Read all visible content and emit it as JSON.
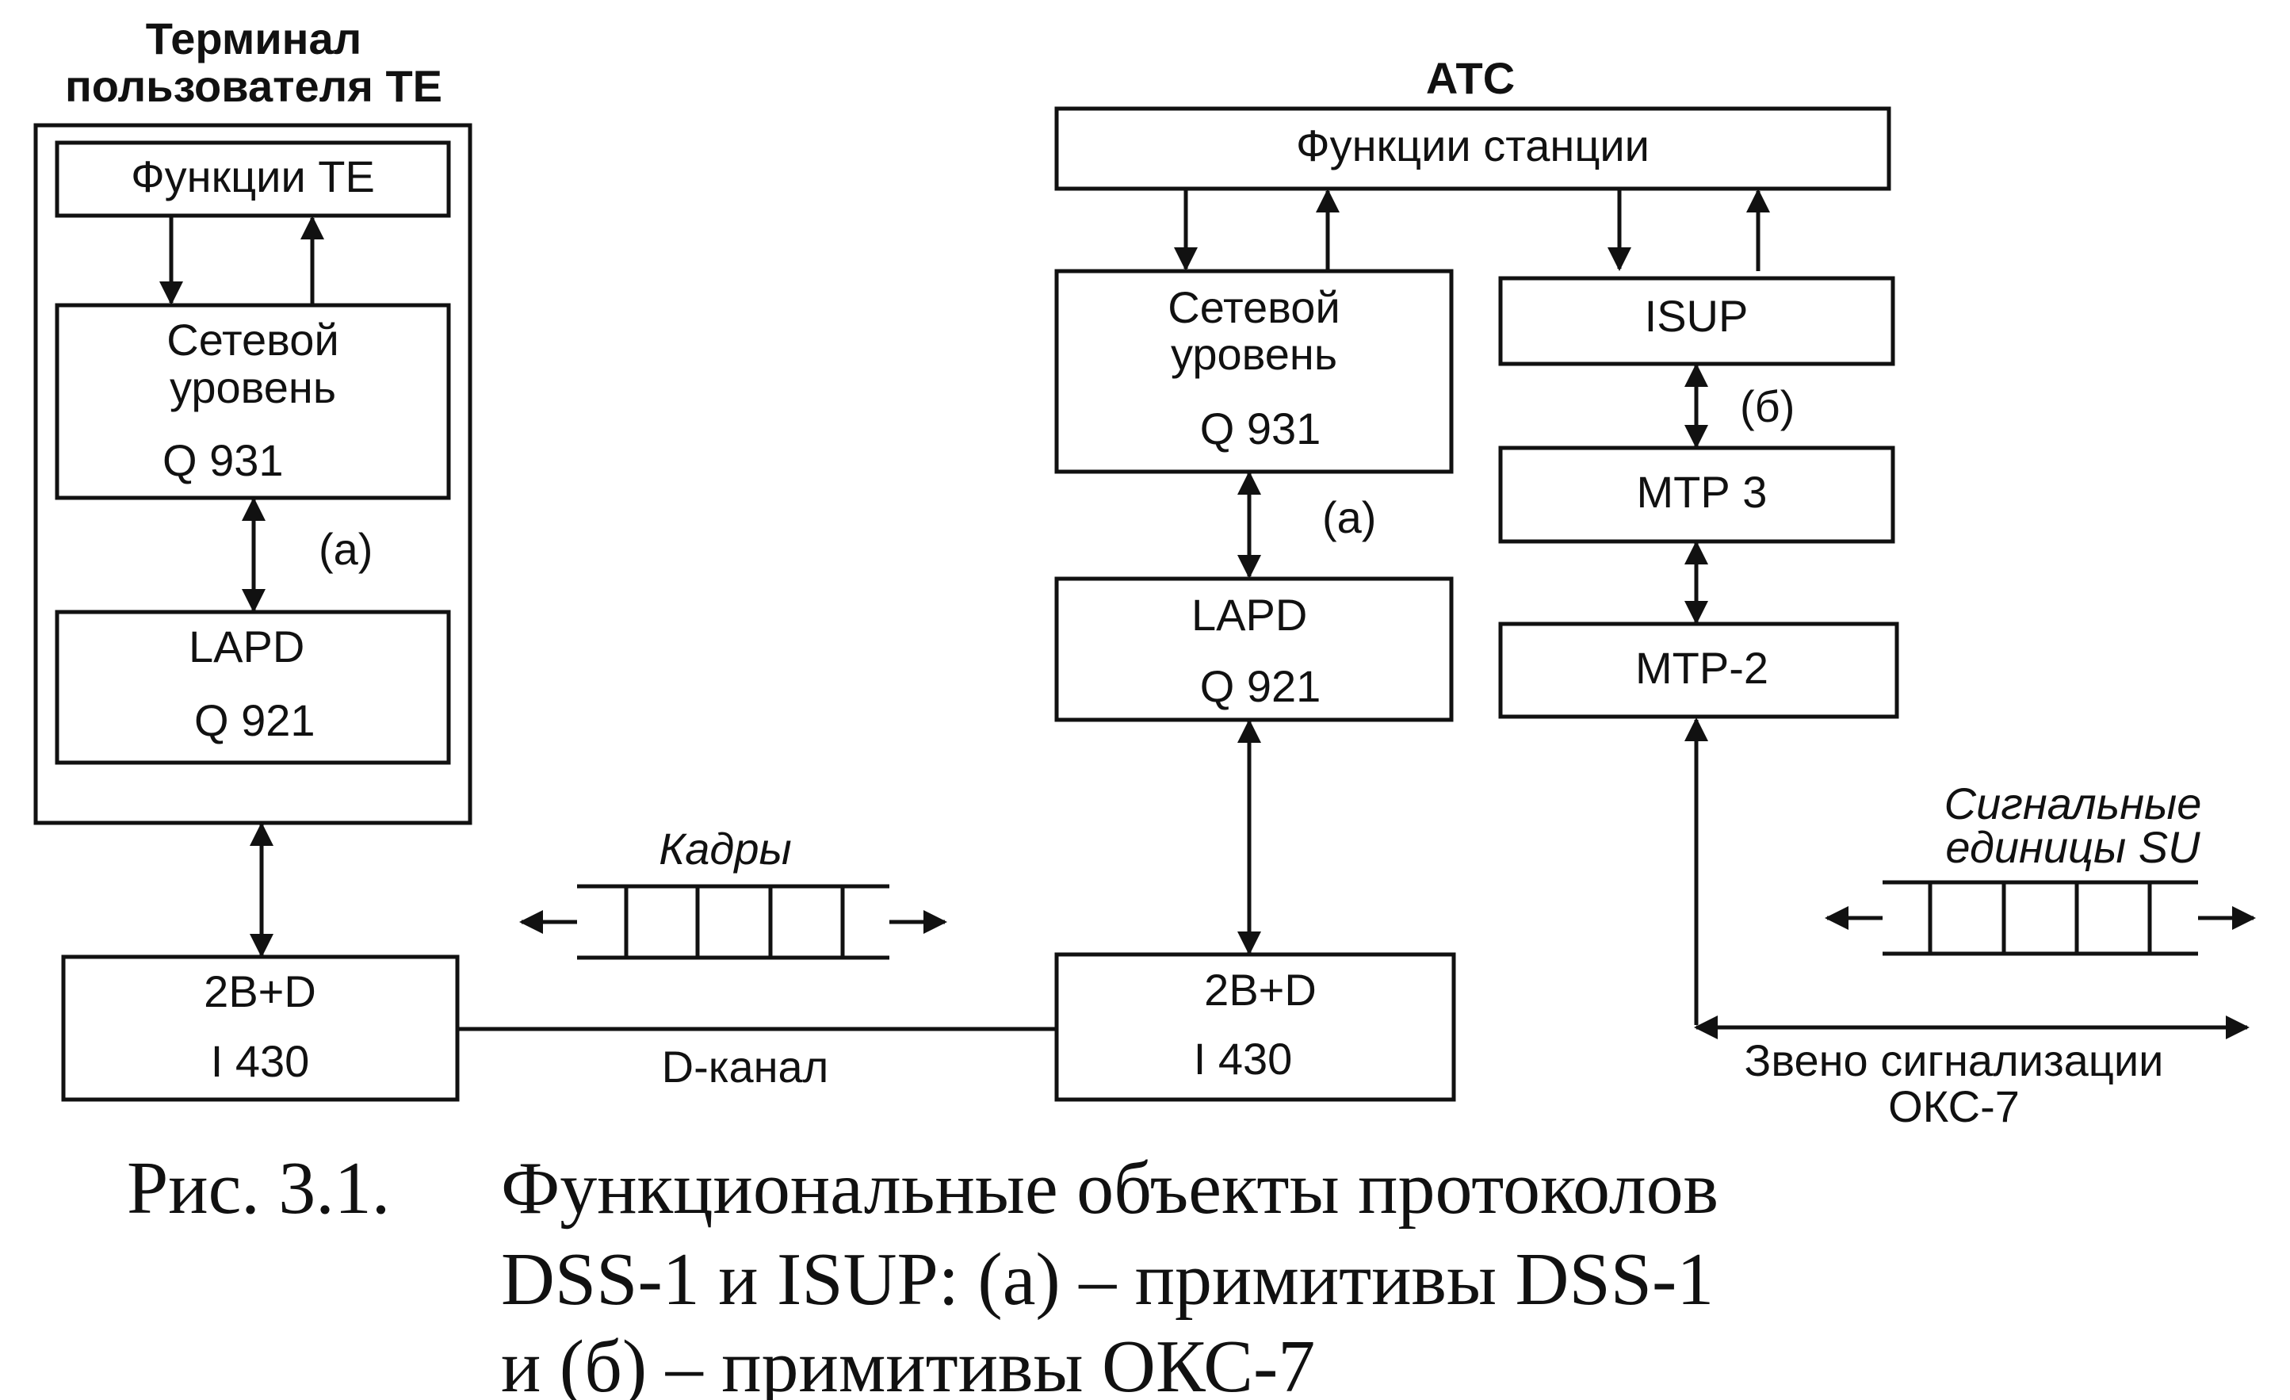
{
  "terminal": {
    "title_line1": "Терминал",
    "title_line2": "пользователя ТЕ",
    "te_functions": "Функции ТЕ",
    "network_layer_line1": "Сетевой",
    "network_layer_line2": "уровень",
    "network_layer_protocol": "Q 931",
    "primitive_label": "(а)",
    "lapd_name": "LAPD",
    "lapd_protocol": "Q 921",
    "phys_name": "2B+D",
    "phys_protocol": "I 430"
  },
  "link": {
    "frames_label": "Кадры",
    "d_channel_label": "D-канал"
  },
  "exchange": {
    "title": "АТС",
    "station_functions": "Функции станции",
    "network_layer_line1": "Сетевой",
    "network_layer_line2": "уровень",
    "network_layer_protocol": "Q 931",
    "primitive_a_label": "(а)",
    "lapd_name": "LAPD",
    "lapd_protocol": "Q 921",
    "phys_name": "2B+D",
    "phys_protocol": "I 430",
    "isup": "ISUP",
    "primitive_b_label": "(б)",
    "mtp3": "МТР 3",
    "mtp2": "МТР-2"
  },
  "signaling": {
    "units_line1": "Сигнальные",
    "units_line2": "единицы SU",
    "link_line1": "Звено сигнализации",
    "link_line2": "ОКС-7"
  },
  "caption": {
    "number": "Рис. 3.1.",
    "line1": "Функциональные объекты протоколов",
    "line2": "DSS-1 и ISUP: (а) – примитивы DSS-1",
    "line3": "и (б) – примитивы ОКС-7"
  }
}
